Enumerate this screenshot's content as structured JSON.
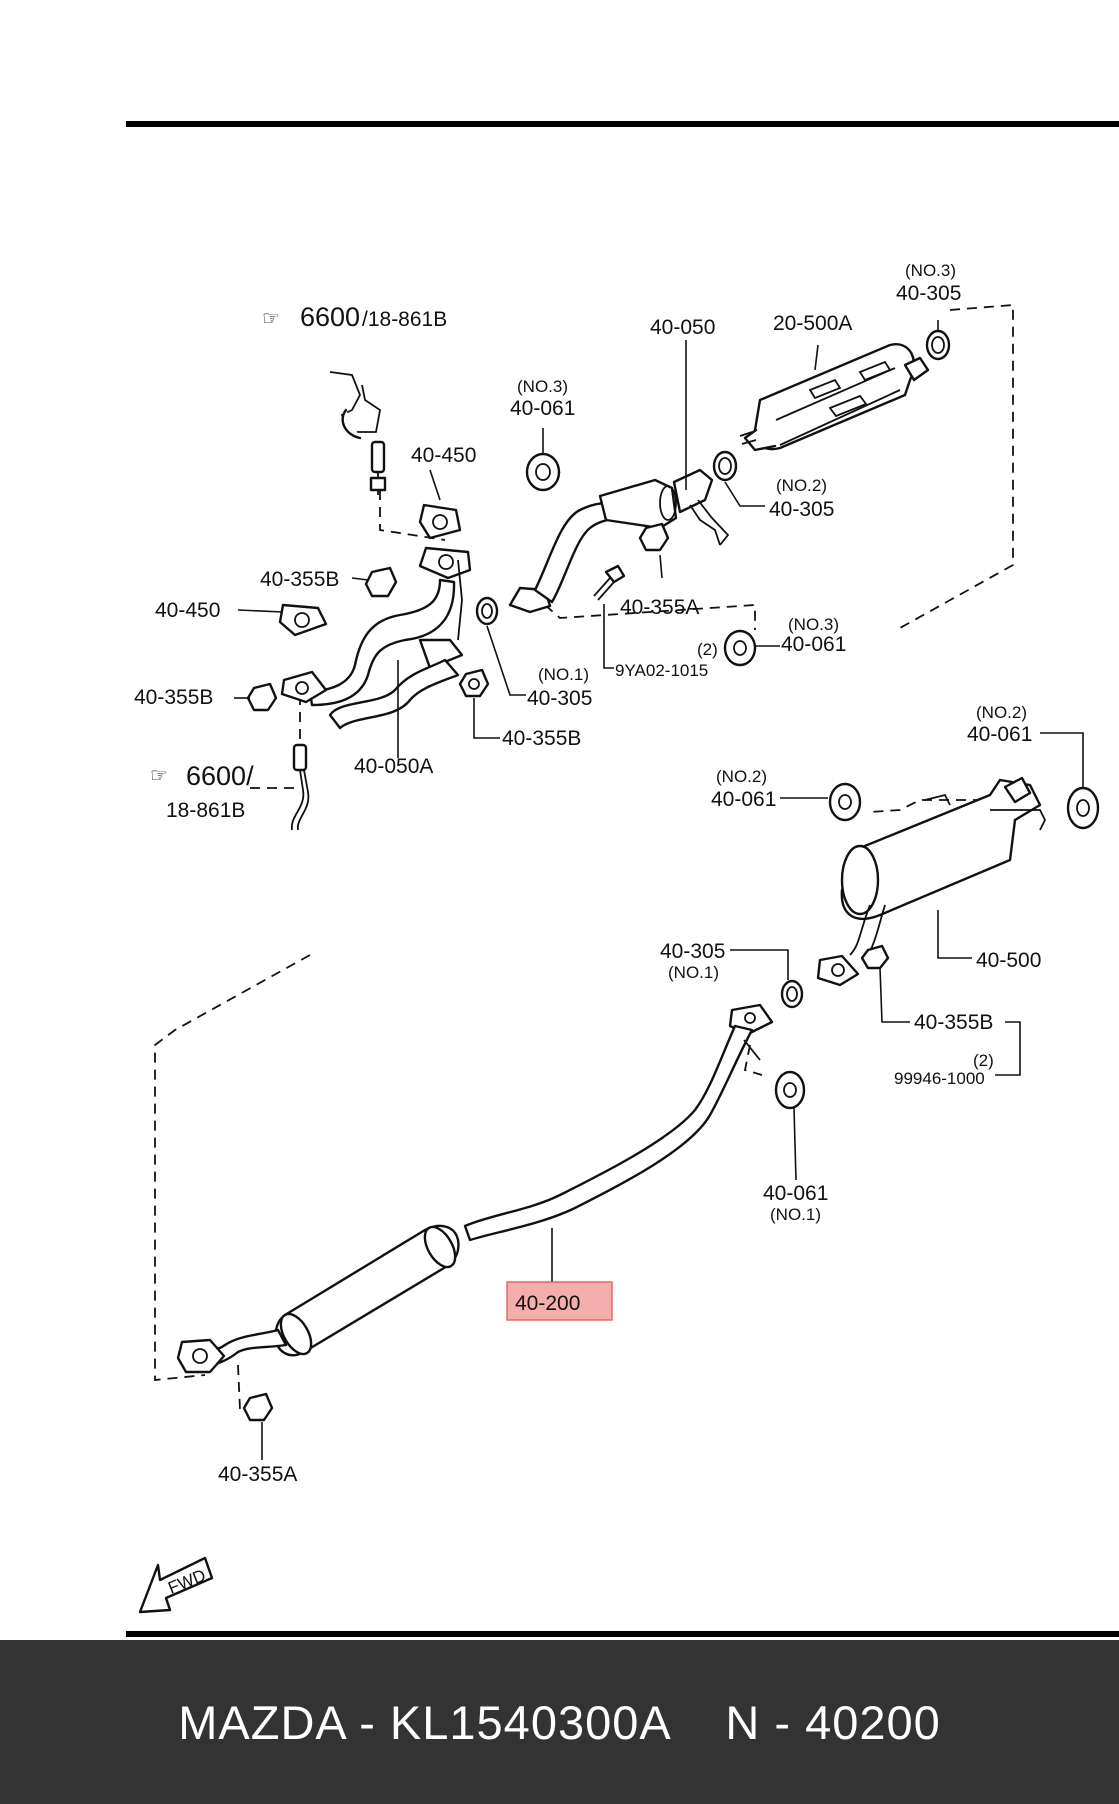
{
  "labels": {
    "ref_6600_top": "6600",
    "ref_18861b_top": "/18-861B",
    "ref_6600_bottom": "6600/",
    "ref_18861b_bottom": "18-861B",
    "p40450_top": "40-450",
    "p40450_left": "40-450",
    "p40355b_upper": "40-355B",
    "p40355b_left": "40-355B",
    "p40050a": "40-050A",
    "no3_a": "(NO.3)",
    "p40061_a": "40-061",
    "p40050": "40-050",
    "p20500a": "20-500A",
    "no3_b": "(NO.3)",
    "p40305_top": "40-305",
    "no2_a": "(NO.2)",
    "p40305_mid": "40-305",
    "p40355a_top": "40-355A",
    "p9ya": "9YA02-1015",
    "no1_a": "(NO.1)",
    "p40305_low": "40-305",
    "p40355b_mid": "40-355B",
    "qty2_a": "(2)",
    "no3_c": "(NO.3)",
    "p40061_b": "40-061",
    "no2_b": "(NO.2)",
    "p40061_c": "40-061",
    "no2_c": "(NO.2)",
    "p40061_d": "40-061",
    "p40305_rear": "40-305",
    "no1_b": "(NO.1)",
    "p40500": "40-500",
    "p40355b_rear": "40-355B",
    "qty2_b": "(2)",
    "p99946": "99946-1000",
    "p40061_e": "40-061",
    "no1_c": "(NO.1)",
    "p40200": "40-200",
    "p40355a_bottom": "40-355A",
    "fwd": "FWD"
  },
  "highlight": {
    "part": "40-200",
    "color": "#f08a8a"
  },
  "footer": {
    "text": "MAZDA - KL1540300A    N - 40200"
  },
  "colors": {
    "footer_bg": "#333333",
    "footer_text": "#ffffff",
    "ink": "#111111"
  }
}
